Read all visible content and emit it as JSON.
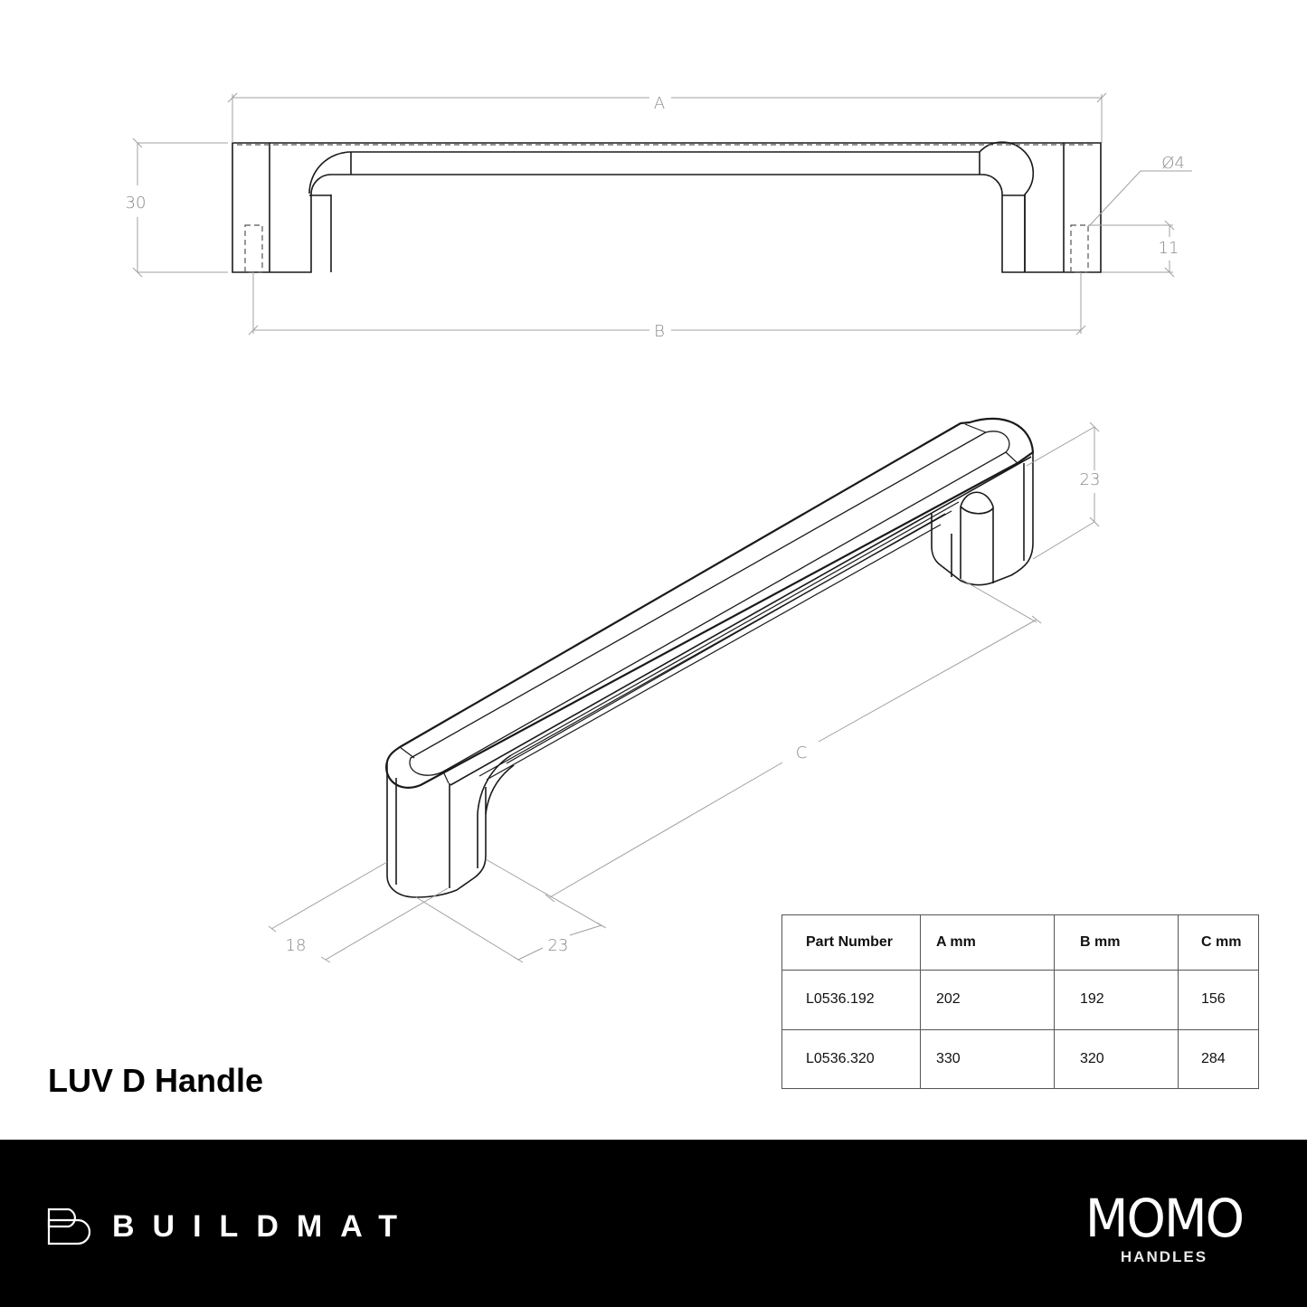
{
  "product": {
    "title": "LUV D Handle"
  },
  "drawing": {
    "front_view": {
      "dim_A_label": "A",
      "dim_B_label": "B",
      "height_label": "30",
      "hole_diameter_label": "Ø4",
      "hole_depth_label": "11"
    },
    "iso_view": {
      "dim_C_label": "C",
      "height_label": "23",
      "width_label": "18",
      "depth_label": "23"
    }
  },
  "table": {
    "headers": [
      "Part Number",
      "A mm",
      "B mm",
      "C mm"
    ],
    "rows": [
      [
        "L0536.192",
        "202",
        "192",
        "156"
      ],
      [
        "L0536.320",
        "330",
        "320",
        "284"
      ]
    ]
  },
  "footer": {
    "left_brand": "BUILDMAT",
    "right_brand": "MOMO",
    "right_brand_sub": "HANDLES",
    "background_color": "#000000",
    "text_color": "#ffffff"
  },
  "colors": {
    "line": "#1a1a1a",
    "dimension": "#9a9a9a"
  }
}
